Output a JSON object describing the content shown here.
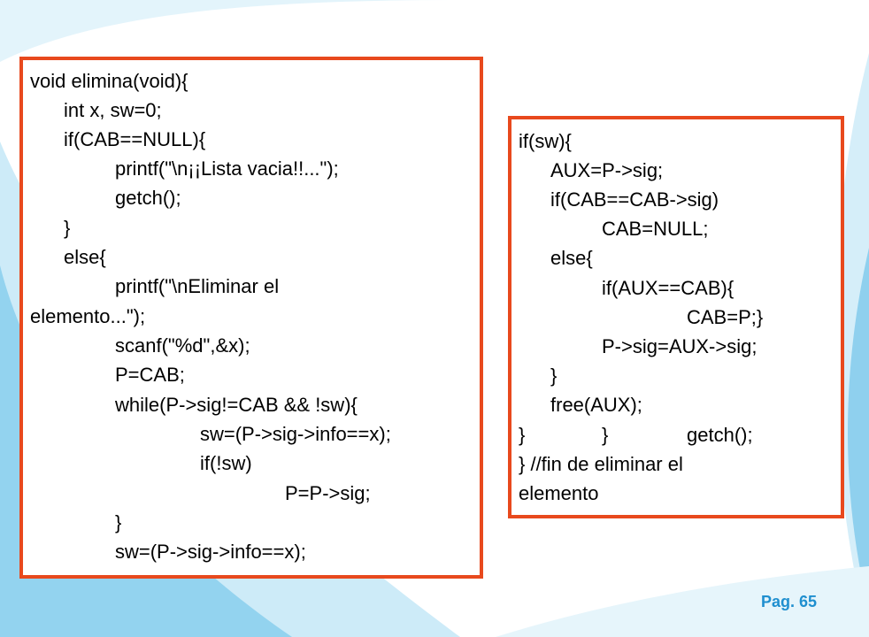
{
  "slide": {
    "page_label": "Pag. 65",
    "colors": {
      "frame_border": "#e8491d",
      "page_number": "#1f8fcf",
      "decor_light": "#bfe6f7",
      "decor_mid": "#7cc9ec"
    }
  },
  "left_code": {
    "lines": [
      "void elimina(void){",
      "int x, sw=0;",
      "if(CAB==NULL){",
      "printf(\"\\n¡¡Lista vacia!!...\");",
      "getch();",
      "}",
      "else{",
      "printf(\"\\nEliminar el",
      "elemento...\");",
      "scanf(\"%d\",&x);",
      "P=CAB;",
      "while(P->sig!=CAB && !sw){",
      "sw=(P->sig->info==x);",
      "if(!sw)",
      "P=P->sig;",
      "}",
      "sw=(P->sig->info==x);"
    ]
  },
  "right_code": {
    "lines": [
      "if(sw){",
      "AUX=P->sig;",
      "if(CAB==CAB->sig)",
      "CAB=NULL;",
      "else{",
      "if(AUX==CAB){",
      "CAB=P;}",
      "P->sig=AUX->sig;",
      "}",
      "free(AUX);",
      "}",
      "}",
      "getch();",
      "} //fin de eliminar el",
      "elemento"
    ]
  }
}
